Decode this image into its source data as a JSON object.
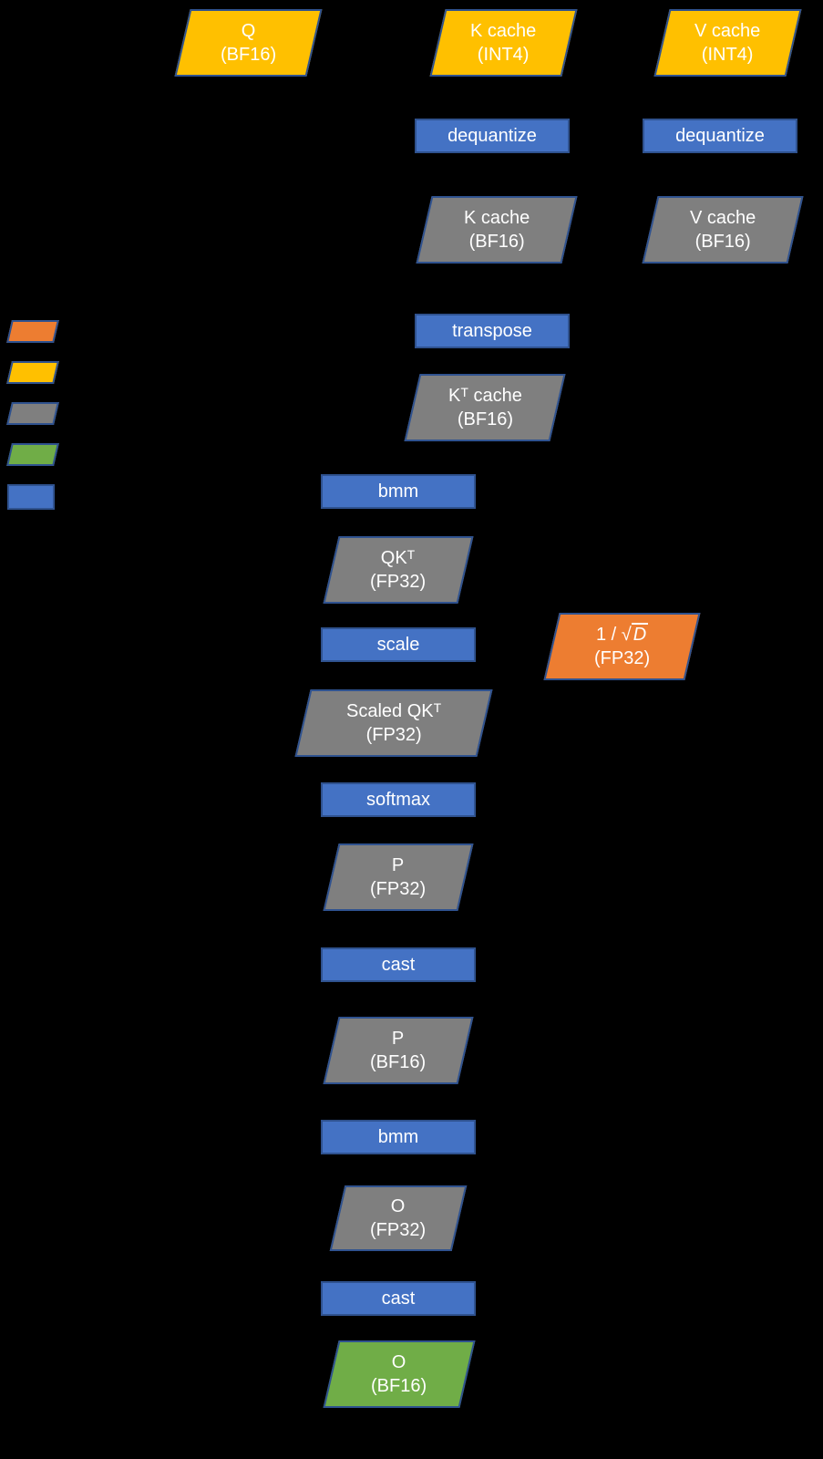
{
  "colors": {
    "input_tensor": "#FFC000",
    "intermediate_tensor": "#7F7F7F",
    "operation": "#4472C4",
    "constant_tensor": "#ED7D31",
    "output_tensor": "#70AD47",
    "shape_border": "#2F528F",
    "text": "#FFFFFF",
    "background": "#000000"
  },
  "legend": {
    "swatch_colors": [
      "#ED7D31",
      "#FFC000",
      "#7F7F7F",
      "#70AD47",
      "#4472C4"
    ]
  },
  "nodes": {
    "q": {
      "line1": "Q",
      "line2": "(BF16)"
    },
    "k_cache_int4": {
      "line1": "K cache",
      "line2": "(INT4)"
    },
    "v_cache_int4": {
      "line1": "V cache",
      "line2": "(INT4)"
    },
    "dequantize_k": {
      "label": "dequantize"
    },
    "dequantize_v": {
      "label": "dequantize"
    },
    "k_cache_bf16": {
      "line1": "K cache",
      "line2": "(BF16)"
    },
    "v_cache_bf16": {
      "line1": "V cache",
      "line2": "(BF16)"
    },
    "transpose": {
      "label": "transpose"
    },
    "kt_cache": {
      "line1": "Kᵀ cache",
      "line2": "(BF16)"
    },
    "bmm1": {
      "label": "bmm"
    },
    "qkt": {
      "line1": "QKᵀ",
      "line2": "(FP32)"
    },
    "scale": {
      "label": "scale"
    },
    "scale_factor": {
      "prefix": "1 / √",
      "radicand": "D",
      "line2": "(FP32)"
    },
    "scaled_qkt": {
      "line1": "Scaled QKᵀ",
      "line2": "(FP32)"
    },
    "softmax": {
      "label": "softmax"
    },
    "p_fp32": {
      "line1": "P",
      "line2": "(FP32)"
    },
    "cast1": {
      "label": "cast"
    },
    "p_bf16": {
      "line1": "P",
      "line2": "(BF16)"
    },
    "bmm2": {
      "label": "bmm"
    },
    "o_fp32": {
      "line1": "O",
      "line2": "(FP32)"
    },
    "cast2": {
      "label": "cast"
    },
    "o_bf16": {
      "line1": "O",
      "line2": "(BF16)"
    }
  }
}
